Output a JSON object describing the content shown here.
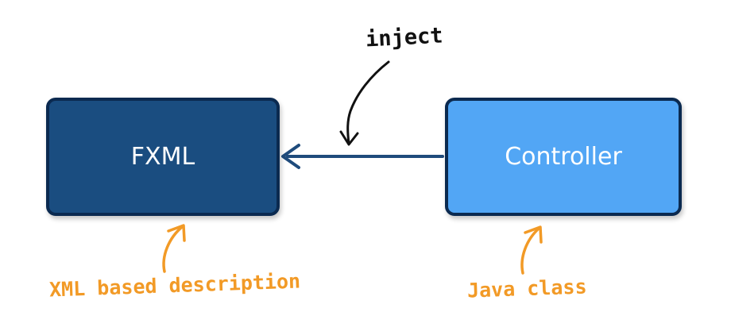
{
  "nodes": {
    "fxml": {
      "label": "FXML",
      "fill": "#1a4d80"
    },
    "controller": {
      "label": "Controller",
      "fill": "#52a6f5"
    }
  },
  "edge": {
    "label": "inject",
    "color": "#1f4b7c",
    "from": "controller",
    "to": "fxml"
  },
  "annotations": {
    "fxml_note": "XML based description",
    "controller_note": "Java class",
    "color": "#f29a26"
  }
}
